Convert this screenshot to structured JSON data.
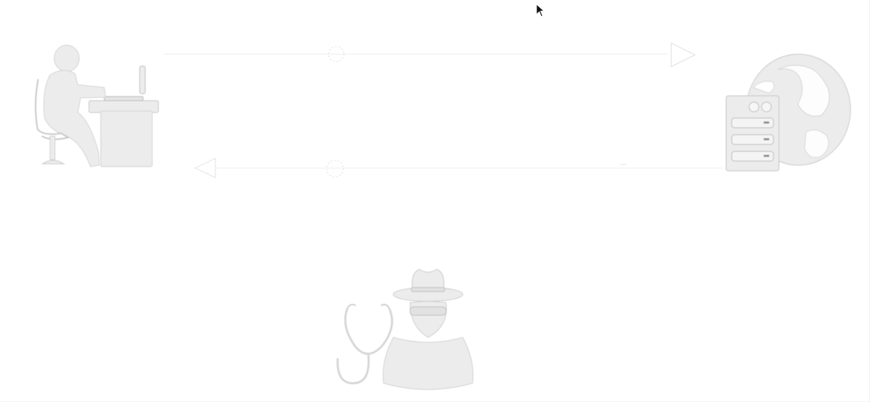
{
  "diagram": {
    "nodes": [
      {
        "id": "user",
        "icon": "user-at-desk-icon"
      },
      {
        "id": "server",
        "icon": "web-server-globe-icon"
      },
      {
        "id": "attacker",
        "icon": "sniffing-spy-icon"
      }
    ],
    "edges": [
      {
        "from": "user",
        "to": "server",
        "direction": "forward",
        "arrow": "right"
      },
      {
        "from": "server",
        "to": "user",
        "direction": "return",
        "arrow": "left"
      }
    ],
    "colors": {
      "background": "#ffffff",
      "icon_fill": "#e9e9e9",
      "icon_stroke": "#bcbcbc",
      "edge_stroke": "#efefef",
      "cursor": "#111111"
    }
  }
}
